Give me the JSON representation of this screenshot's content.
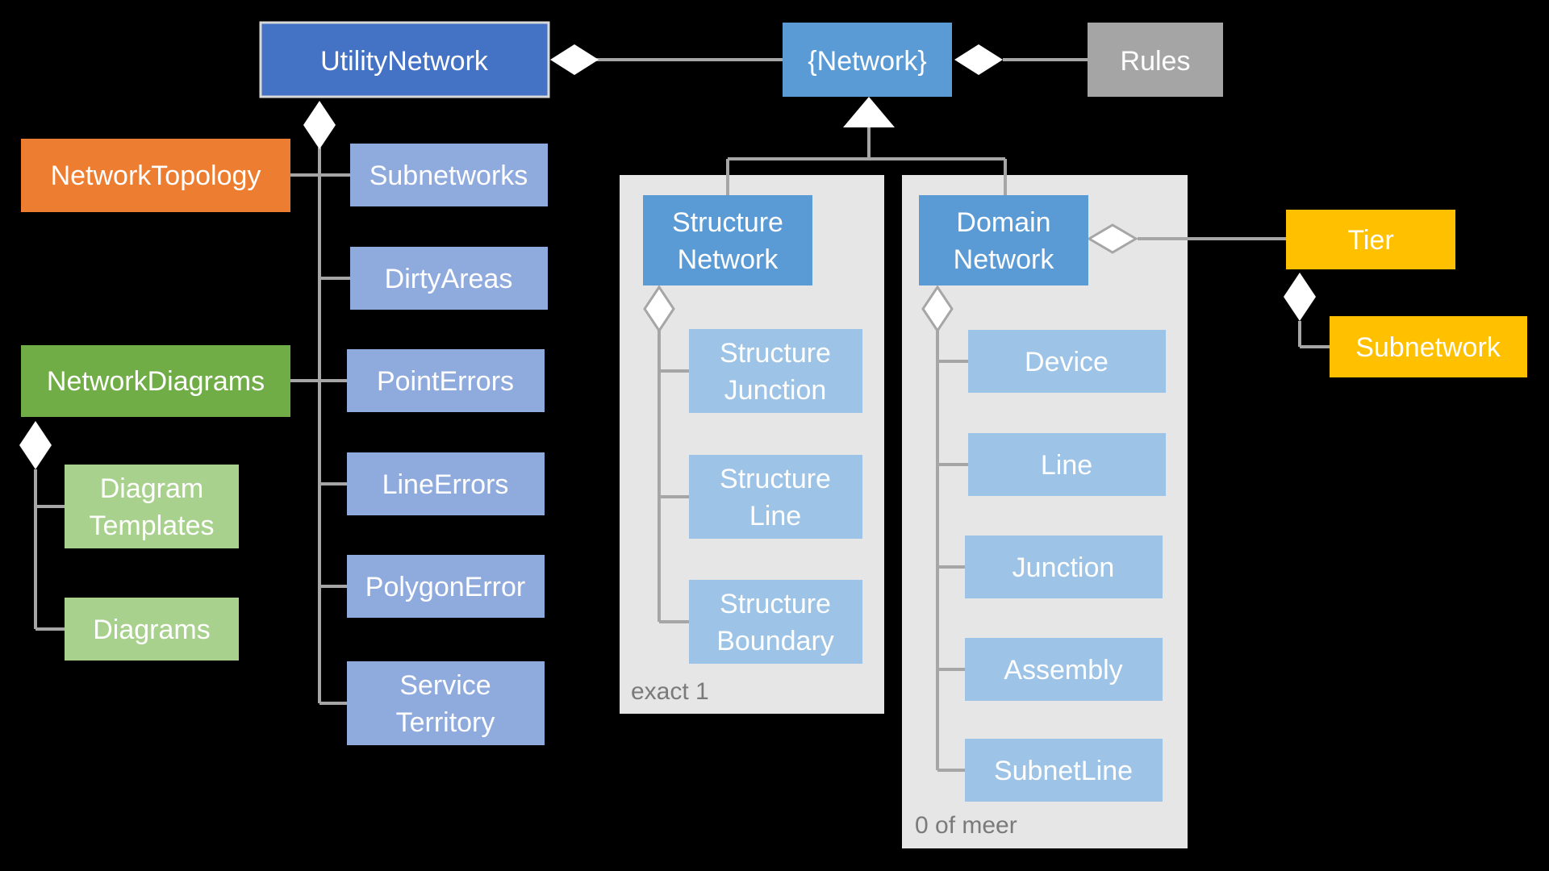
{
  "colors": {
    "background": "#000000",
    "connector": "#a6a6a6",
    "utility_network": "#4472c4",
    "network": "#5b9bd5",
    "rules": "#a5a5a5",
    "topology": "#ed7d31",
    "feature_blue": "#8faadc",
    "diagrams_dark": "#70ad47",
    "diagrams_light": "#a9d18e",
    "structure_light": "#9dc3e6",
    "tier": "#ffc000",
    "group_fill": "#e7e6e6"
  },
  "nodes": {
    "utility_network": "UtilityNetwork",
    "network": "{Network}",
    "rules": "Rules",
    "network_topology": "NetworkTopology",
    "network_diagrams": "NetworkDiagrams",
    "subnetworks": "Subnetworks",
    "dirty_areas": "DirtyAreas",
    "point_errors": "PointErrors",
    "line_errors": "LineErrors",
    "polygon_error": "PolygonError",
    "service_territory": [
      "Service",
      "Territory"
    ],
    "diagram_templates": [
      "Diagram",
      "Templates"
    ],
    "diagrams": "Diagrams",
    "structure_network": [
      "Structure",
      "Network"
    ],
    "structure_junction": [
      "Structure",
      "Junction"
    ],
    "structure_line": [
      "Structure",
      "Line"
    ],
    "structure_boundary": [
      "Structure",
      "Boundary"
    ],
    "domain_network": [
      "Domain",
      "Network"
    ],
    "device": "Device",
    "line": "Line",
    "junction": "Junction",
    "assembly": "Assembly",
    "subnet_line": "SubnetLine",
    "tier": "Tier",
    "subnetwork": "Subnetwork"
  },
  "groups": {
    "structure_caption": "exact 1",
    "domain_caption": "0 of meer"
  }
}
